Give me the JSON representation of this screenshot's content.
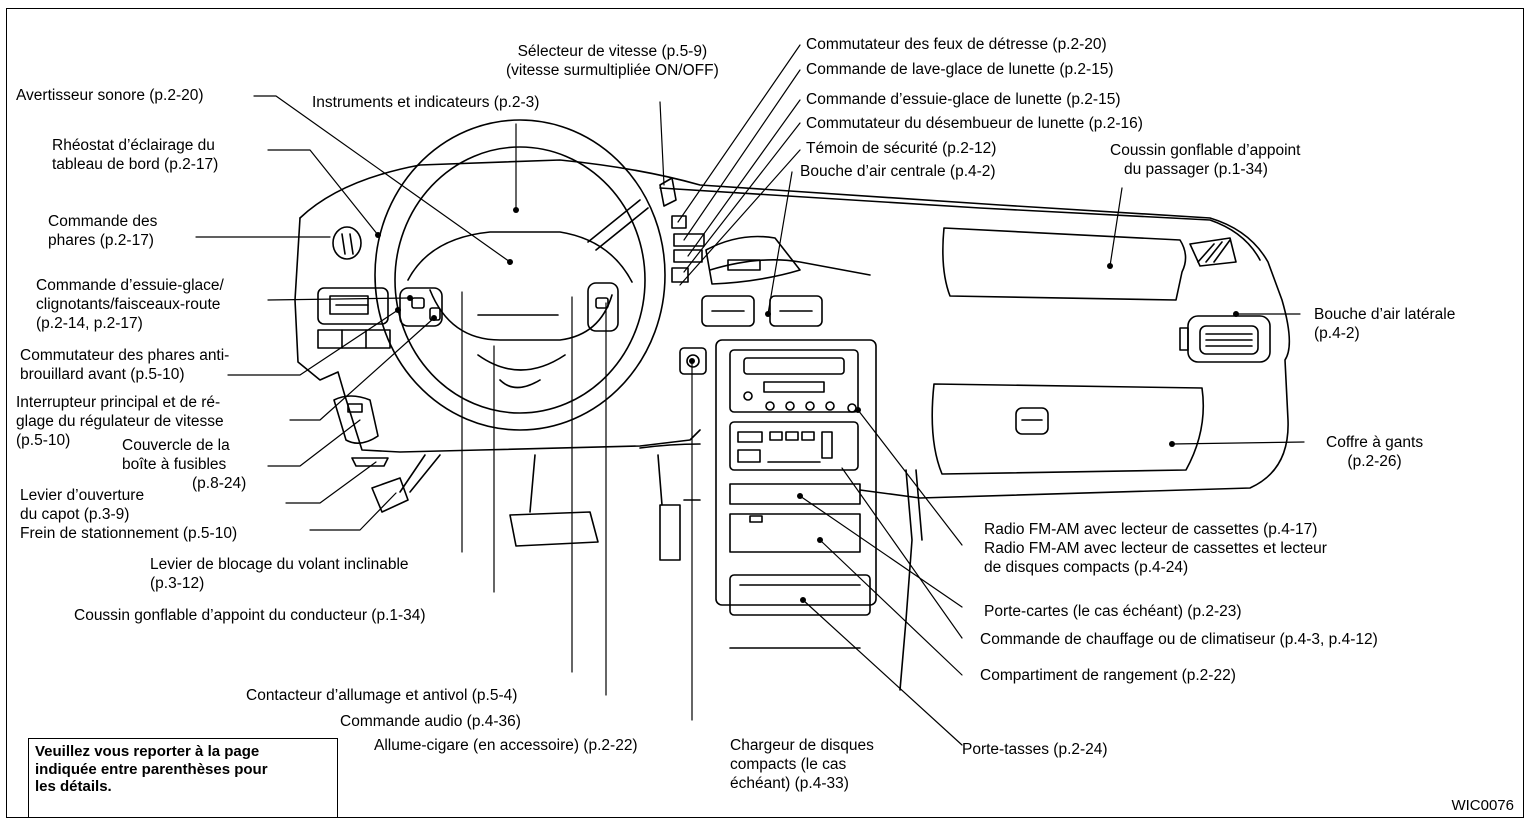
{
  "diagram": {
    "code": "WIC0076",
    "note": [
      "Veuillez vous reporter à la page",
      "indiquée entre parenthèses pour",
      "les détails."
    ],
    "labels": {
      "selecteur": [
        "Sélecteur de vitesse (p.5-9)",
        "(vitesse surmultipliée ON/OFF)"
      ],
      "avertisseur": [
        "Avertisseur sonore (p.2-20)"
      ],
      "instruments": [
        "Instruments et indicateurs (p.2-3)"
      ],
      "rheostat": [
        "Rhéostat d’éclairage du",
        "tableau de bord (p.2-17)"
      ],
      "phares": [
        "Commande des",
        "phares (p.2-17)"
      ],
      "essuie": [
        "Commande d’essuie-glace/",
        "clignotants/faisceaux-route",
        "(p.2-14, p.2-17)"
      ],
      "antibrouillard": [
        "Commutateur des phares anti-",
        "brouillard avant (p.5-10)"
      ],
      "regulateur": [
        "Interrupteur principal et de ré-",
        "glage du régulateur de vitesse",
        "(p.5-10)"
      ],
      "fusibles": [
        "Couvercle de la",
        "boîte à fusibles",
        "(p.8-24)"
      ],
      "capot": [
        "Levier d’ouverture",
        "du capot (p.3-9)"
      ],
      "frein": [
        "Frein de stationnement (p.5-10)"
      ],
      "levier_volant": [
        "Levier de blocage du volant inclinable",
        "(p.3-12)"
      ],
      "coussin_conducteur": [
        "Coussin gonflable d’appoint du conducteur (p.1-34)"
      ],
      "contacteur": [
        "Contacteur d’allumage et antivol (p.5-4)"
      ],
      "audio": [
        "Commande audio (p.4-36)"
      ],
      "allume_cigare": [
        "Allume-cigare (en accessoire) (p.2-22)"
      ],
      "chargeur": [
        "Chargeur de disques",
        "compacts (le cas",
        "échéant) (p.4-33)"
      ],
      "porte_tasses": [
        "Porte-tasses (p.2-24)"
      ],
      "compartiment": [
        "Compartiment de rangement (p.2-22)"
      ],
      "chauffage": [
        "Commande de chauffage ou de climatiseur (p.4-3, p.4-12)"
      ],
      "porte_cartes": [
        "Porte-cartes (le cas échéant) (p.2-23)"
      ],
      "radio": [
        "Radio FM-AM avec lecteur de cassettes (p.4-17)",
        "Radio FM-AM avec lecteur de cassettes et lecteur",
        "de disques compacts (p.4-24)"
      ],
      "coffre": [
        "Coffre à gants",
        "(p.2-26)"
      ],
      "bouche_laterale": [
        "Bouche d’air latérale",
        "(p.4-2)"
      ],
      "coussin_passager": [
        "Coussin gonflable d’appoint",
        "du passager (p.1-34)"
      ],
      "detresse": [
        "Commutateur des feux de détresse (p.2-20)"
      ],
      "lave_glace": [
        "Commande de lave-glace de lunette (p.2-15)"
      ],
      "essuie_lunette": [
        "Commande d’essuie-glace de lunette (p.2-15)"
      ],
      "desembueur": [
        "Commutateur du désembueur de lunette (p.2-16)"
      ],
      "temoin": [
        "Témoin de sécurité (p.2-12)"
      ],
      "bouche_centrale": [
        "Bouche d’air centrale (p.4-2)"
      ]
    }
  }
}
